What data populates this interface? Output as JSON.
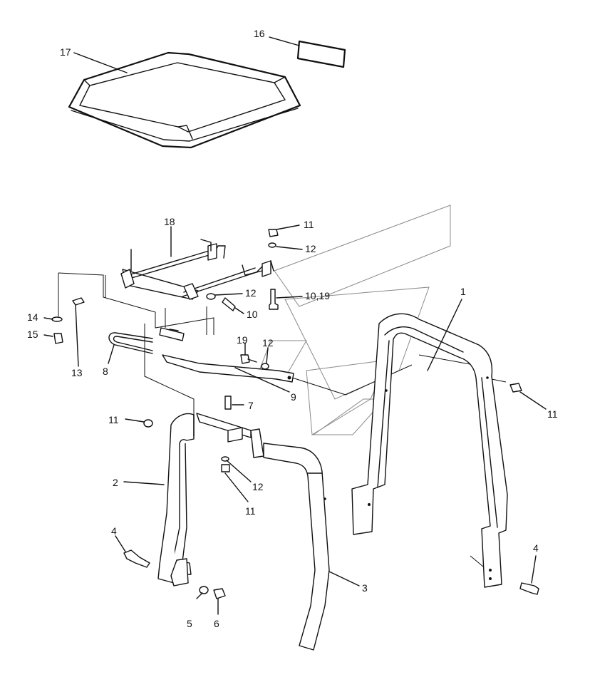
{
  "callouts": [
    {
      "id": "c16",
      "label": "16"
    },
    {
      "id": "c17",
      "label": "17"
    },
    {
      "id": "c18",
      "label": "18"
    },
    {
      "id": "c11a",
      "label": "11"
    },
    {
      "id": "c12a",
      "label": "12"
    },
    {
      "id": "c12b",
      "label": "12"
    },
    {
      "id": "c10",
      "label": "10"
    },
    {
      "id": "c1019",
      "label": "10,19"
    },
    {
      "id": "c1",
      "label": "1"
    },
    {
      "id": "c14",
      "label": "14"
    },
    {
      "id": "c15",
      "label": "15"
    },
    {
      "id": "c13",
      "label": "13"
    },
    {
      "id": "c8",
      "label": "8"
    },
    {
      "id": "c19",
      "label": "19"
    },
    {
      "id": "c12c",
      "label": "12"
    },
    {
      "id": "c9",
      "label": "9"
    },
    {
      "id": "c7",
      "label": "7"
    },
    {
      "id": "c11b",
      "label": "11"
    },
    {
      "id": "c11c",
      "label": "11"
    },
    {
      "id": "c12d",
      "label": "12"
    },
    {
      "id": "c11d",
      "label": "11"
    },
    {
      "id": "c2",
      "label": "2"
    },
    {
      "id": "c4a",
      "label": "4"
    },
    {
      "id": "c4b",
      "label": "4"
    },
    {
      "id": "c3",
      "label": "3"
    },
    {
      "id": "c5",
      "label": "5"
    },
    {
      "id": "c6",
      "label": "6"
    }
  ]
}
